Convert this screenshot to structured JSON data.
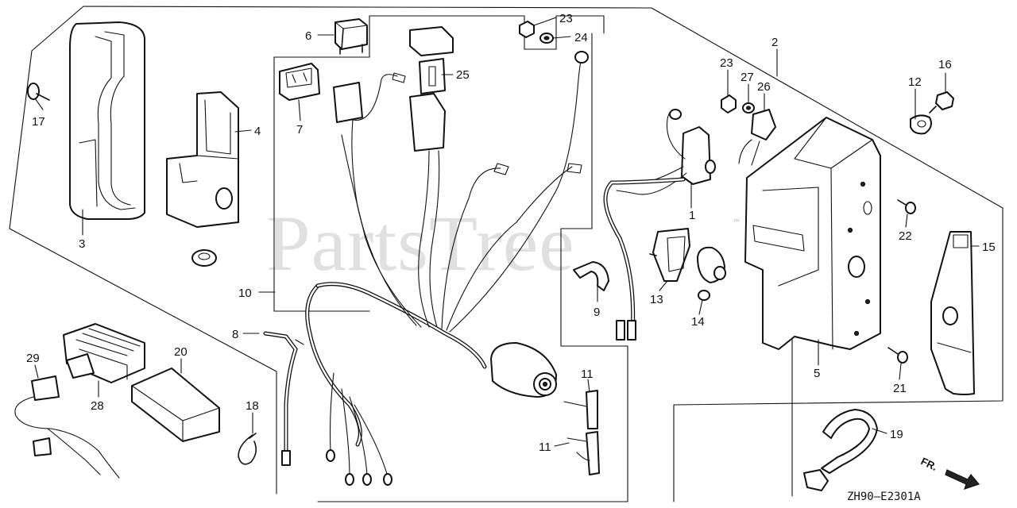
{
  "watermark": {
    "text": "PartsTree",
    "trademark": "™"
  },
  "diagram_code": "ZH90—E2301A",
  "front_label": "FR.",
  "callouts": {
    "c1": "1",
    "c2": "2",
    "c3": "3",
    "c4": "4",
    "c5": "5",
    "c6": "6",
    "c7": "7",
    "c8": "8",
    "c9": "9",
    "c10": "10",
    "c11a": "11",
    "c11b": "11",
    "c12": "12",
    "c13": "13",
    "c14": "14",
    "c15": "15",
    "c16": "16",
    "c17": "17",
    "c18": "18",
    "c19": "19",
    "c20": "20",
    "c21": "21",
    "c22": "22",
    "c23a": "23",
    "c23b": "23",
    "c24": "24",
    "c25": "25",
    "c26": "26",
    "c27": "27",
    "c28": "28",
    "c29": "29"
  }
}
